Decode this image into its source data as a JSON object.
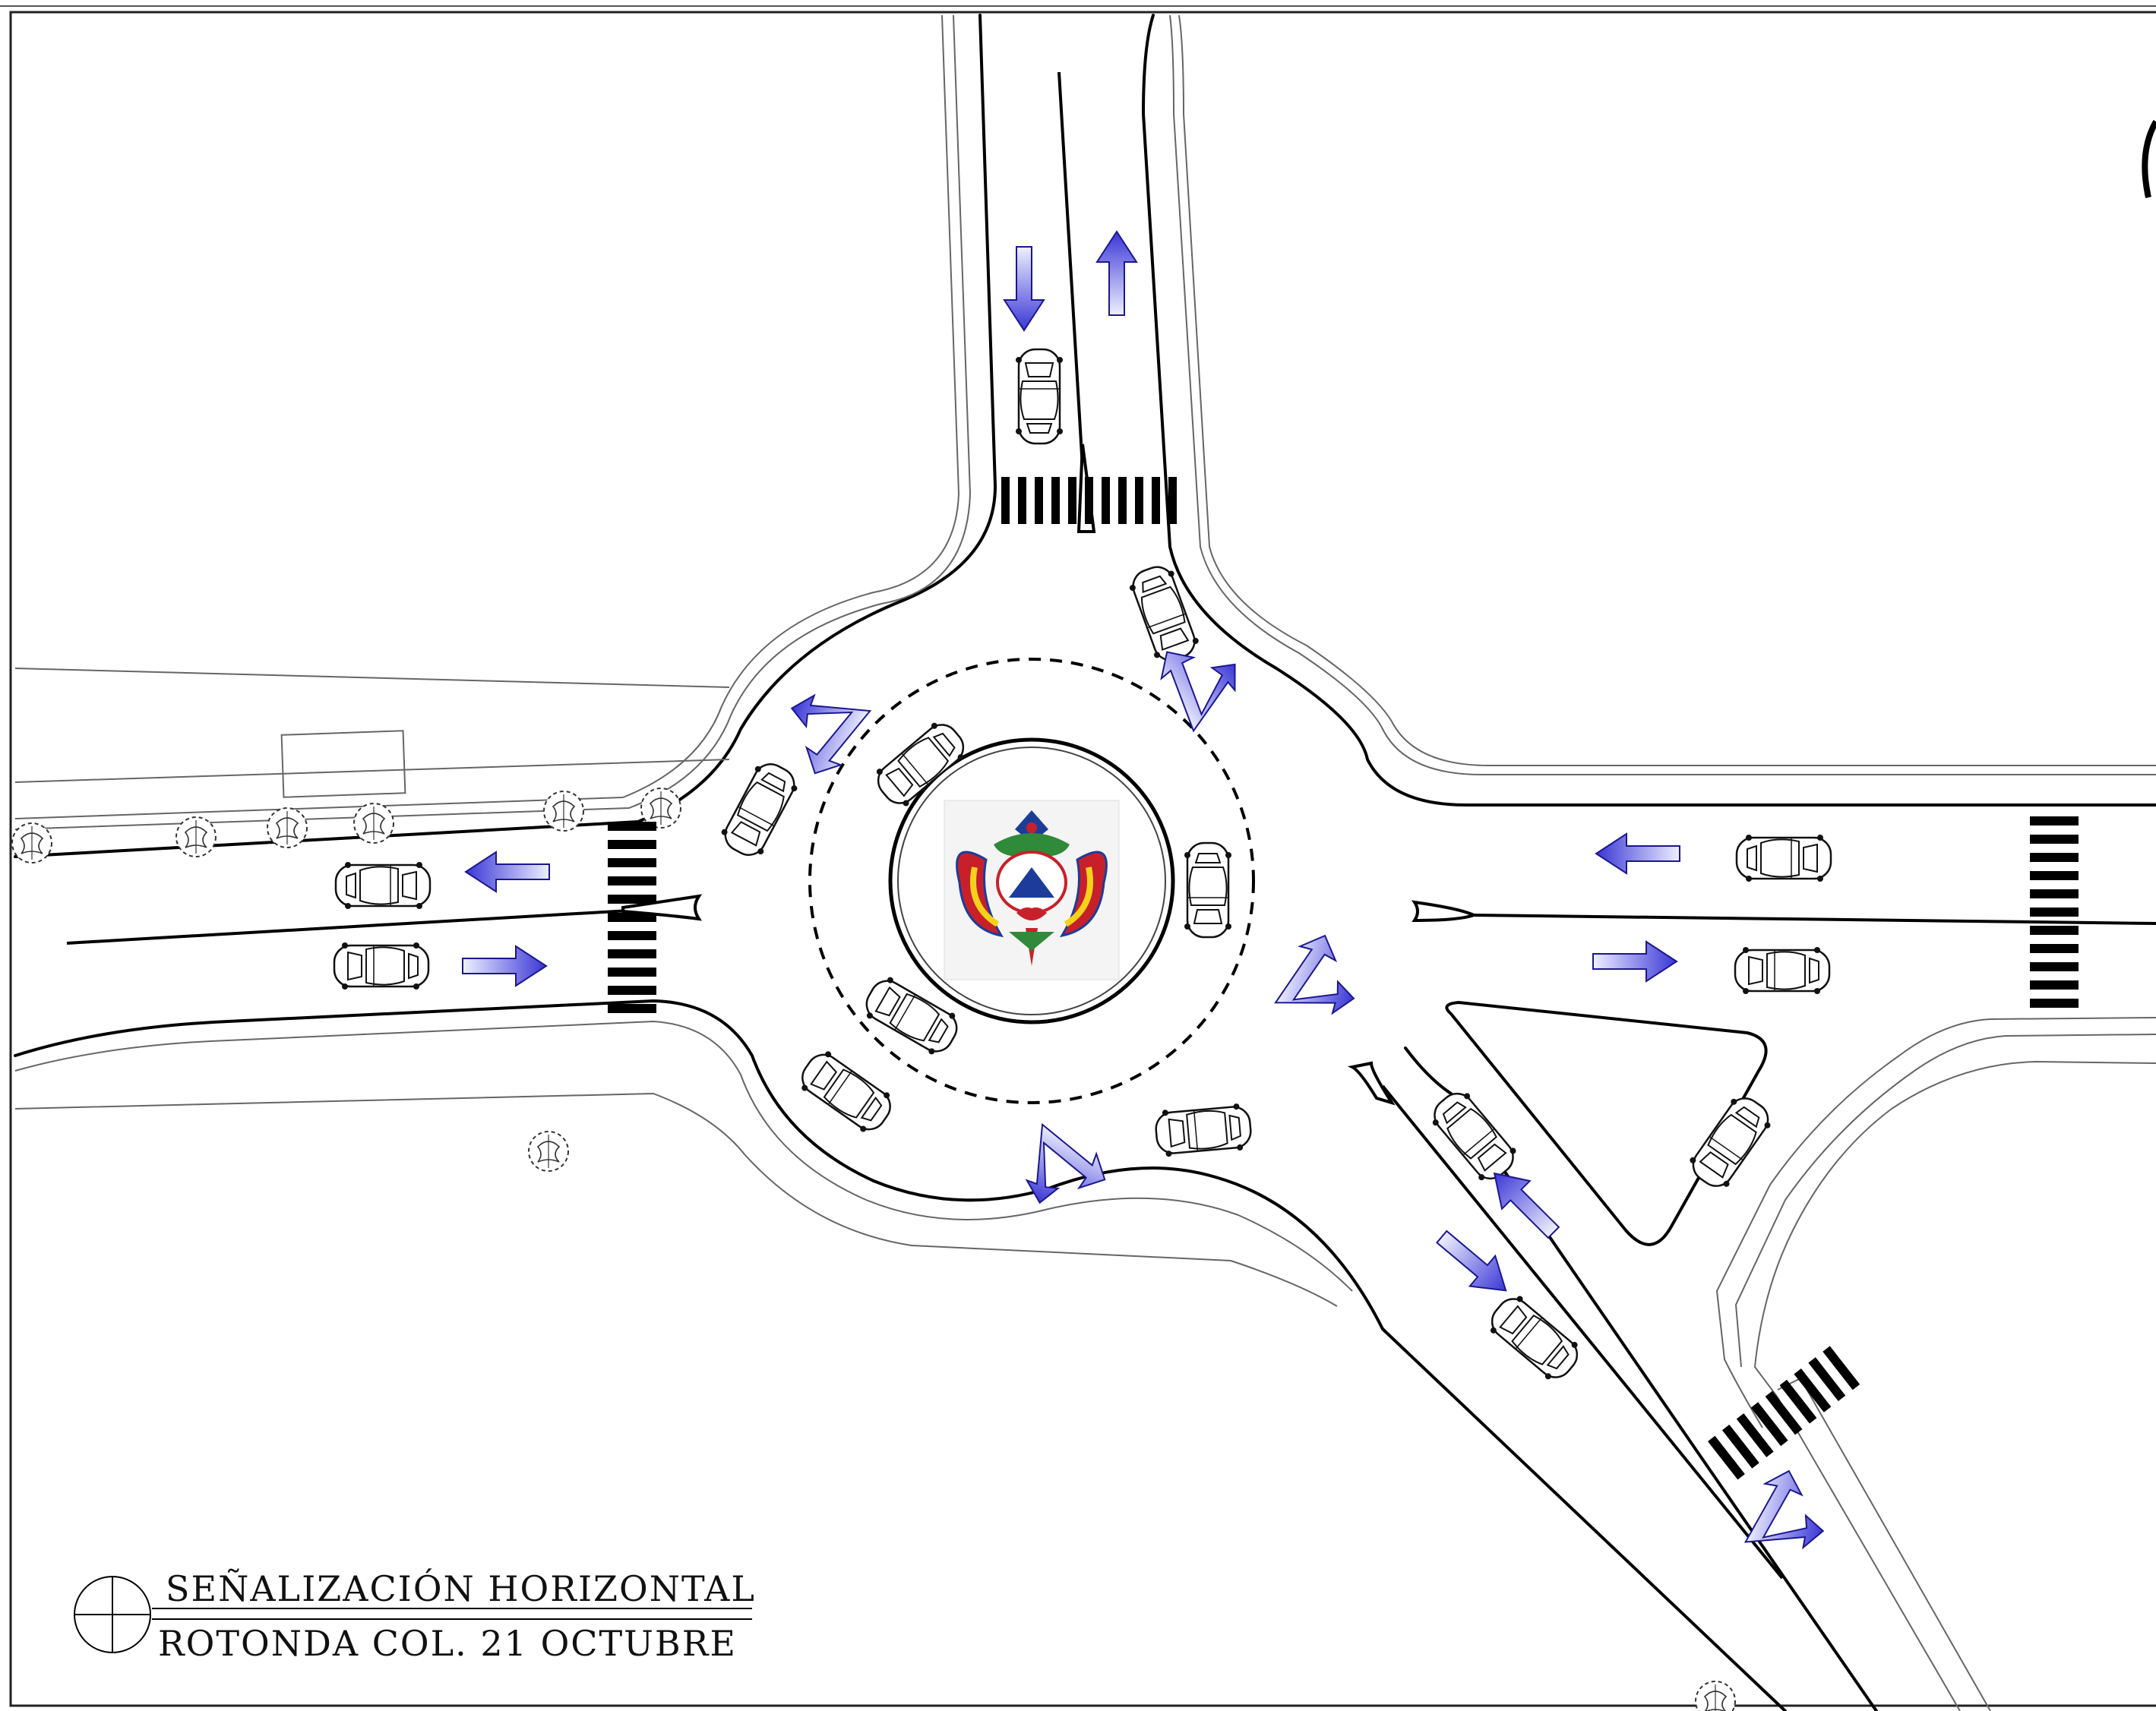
{
  "title": {
    "line1": "SEÑALIZACIÓN HORIZONTAL",
    "line2": "ROTONDA COL. 21 OCTUBRE"
  },
  "colors": {
    "arrow_fill": "#3a36d6",
    "arrow_light": "#eef0ff",
    "line": "#000000",
    "edge": "#444444",
    "emblem_red": "#c8202a",
    "emblem_yellow": "#f2d21a",
    "emblem_blue": "#1d3c9a",
    "emblem_green": "#2f8a3a"
  },
  "icons": {
    "arrow": "lane-direction-arrow-icon",
    "car": "car-top-view-icon",
    "tree": "tree-icon",
    "emblem": "municipal-coat-of-arms-icon",
    "crosswalk": "zebra-crosswalk"
  }
}
